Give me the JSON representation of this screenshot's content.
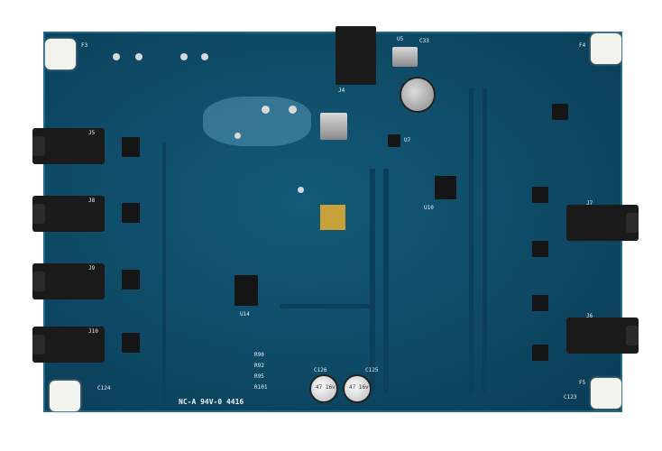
{
  "board": {
    "marking": "NC-A 94V-0 4416",
    "color": "#0e4a66",
    "labels": {
      "f3": "F3",
      "f4": "F4",
      "f5": "F5",
      "j5": "J5",
      "j8": "J8",
      "j9": "J9",
      "j10": "J10",
      "j7": "J7",
      "j6": "J6",
      "j4": "J4",
      "u5": "U5",
      "c33": "C33",
      "u14": "U14",
      "u10": "U10",
      "u7": "U7",
      "r90": "R90",
      "r92": "R92",
      "r95": "R95",
      "r101": "R101",
      "c126": "C126",
      "c125": "C125",
      "c124": "C124",
      "c123": "C123"
    },
    "capacitor_marking": "47 16v"
  }
}
